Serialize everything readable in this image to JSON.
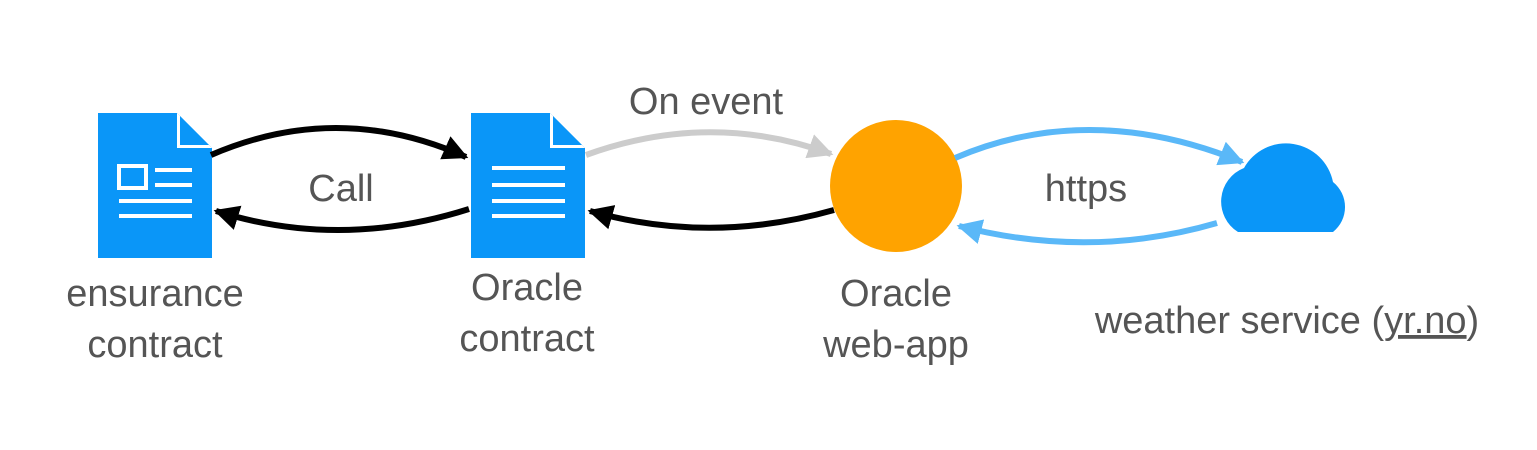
{
  "nodes": {
    "ensurance_contract": {
      "line1": "ensurance",
      "line2": "contract"
    },
    "oracle_contract": {
      "line1": "Oracle",
      "line2": "contract"
    },
    "oracle_webapp": {
      "line1": "Oracle",
      "line2": "web-app"
    },
    "weather_service": {
      "prefix": "weather service (",
      "link": "yr.no",
      "suffix": ")"
    }
  },
  "edges": {
    "call": "Call",
    "on_event": "On event",
    "https": "https"
  },
  "colors": {
    "document": "#0a96f8",
    "cloud": "#0a96f8",
    "circle": "#ffa300",
    "black_arrow": "#000000",
    "grey_arrow": "#cccccc",
    "blue_arrow": "#5ab8f8",
    "text": "#555555"
  }
}
